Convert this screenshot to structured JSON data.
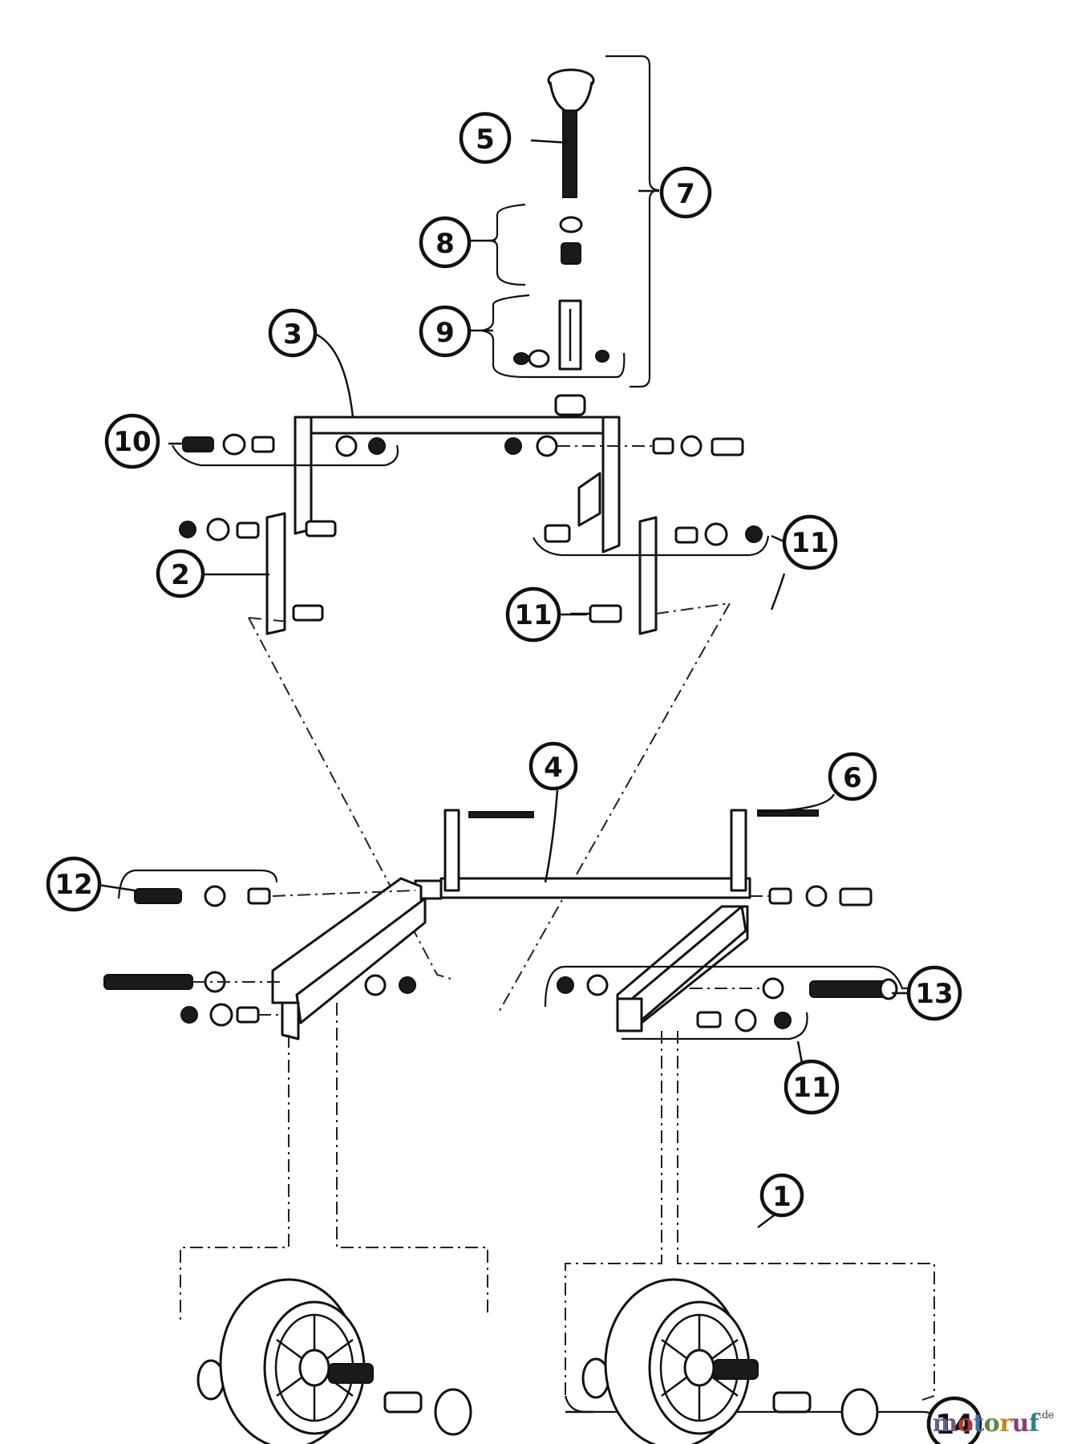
{
  "callouts": [
    {
      "id": "c1",
      "label": "1"
    },
    {
      "id": "c2",
      "label": "2"
    },
    {
      "id": "c3",
      "label": "3"
    },
    {
      "id": "c4",
      "label": "4"
    },
    {
      "id": "c5",
      "label": "5"
    },
    {
      "id": "c6",
      "label": "6"
    },
    {
      "id": "c7",
      "label": "7"
    },
    {
      "id": "c8",
      "label": "8"
    },
    {
      "id": "c9",
      "label": "9"
    },
    {
      "id": "c10",
      "label": "10"
    },
    {
      "id": "c11a",
      "label": "11"
    },
    {
      "id": "c11b",
      "label": "11"
    },
    {
      "id": "c11c",
      "label": "11"
    },
    {
      "id": "c12",
      "label": "12"
    },
    {
      "id": "c13",
      "label": "13"
    },
    {
      "id": "c14",
      "label": "14"
    }
  ],
  "watermark": {
    "letters": [
      {
        "char": "m",
        "color": "#6a5d8c"
      },
      {
        "char": "o",
        "color": "#b23a2e"
      },
      {
        "char": "t",
        "color": "#3f6fa8"
      },
      {
        "char": "o",
        "color": "#5a8a3a"
      },
      {
        "char": "r",
        "color": "#c48a1e"
      },
      {
        "char": "u",
        "color": "#8e3a7a"
      },
      {
        "char": "f",
        "color": "#2f7f86"
      }
    ],
    "suffix": ".de"
  }
}
